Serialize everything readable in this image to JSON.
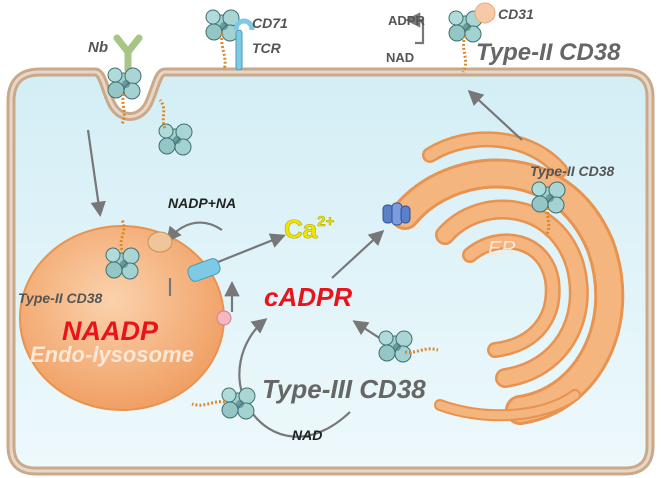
{
  "labels": {
    "nb": "Nb",
    "cd71": "CD71",
    "tcr": "TCR",
    "adpr": "ADPR",
    "cd31": "CD31",
    "nad_top": "NAD",
    "type2_top": "Type-II CD38",
    "nadp_na": "NADP+NA",
    "ca": "Ca",
    "ca_sup": "2+",
    "type2_right": "Type-II CD38",
    "er": "ER",
    "type2_left": "Type-II CD38",
    "naadp": "NAADP",
    "endo": "Endo-lysosome",
    "cadpr": "cADPR",
    "type3": "Type-III CD38",
    "nad_bottom": "NAD"
  },
  "colors": {
    "cell_fill": "#dff3f8",
    "membrane": "#c9a98a",
    "organelle": "#f4b57e",
    "organelle_stroke": "#e8934f",
    "protein": "#9fcfcf",
    "text_gray": "#555555",
    "naadp_red": "#e8141c",
    "cadpr_red": "#e8141c",
    "ca_yellow": "#f2e600",
    "channel_blue": "#7ec9e3",
    "receptor_blue": "#5b7fc9"
  },
  "icons": [
    "nanobody-icon",
    "receptor-icon",
    "protein-icon",
    "channel-icon",
    "ryanodine-receptor-icon"
  ]
}
